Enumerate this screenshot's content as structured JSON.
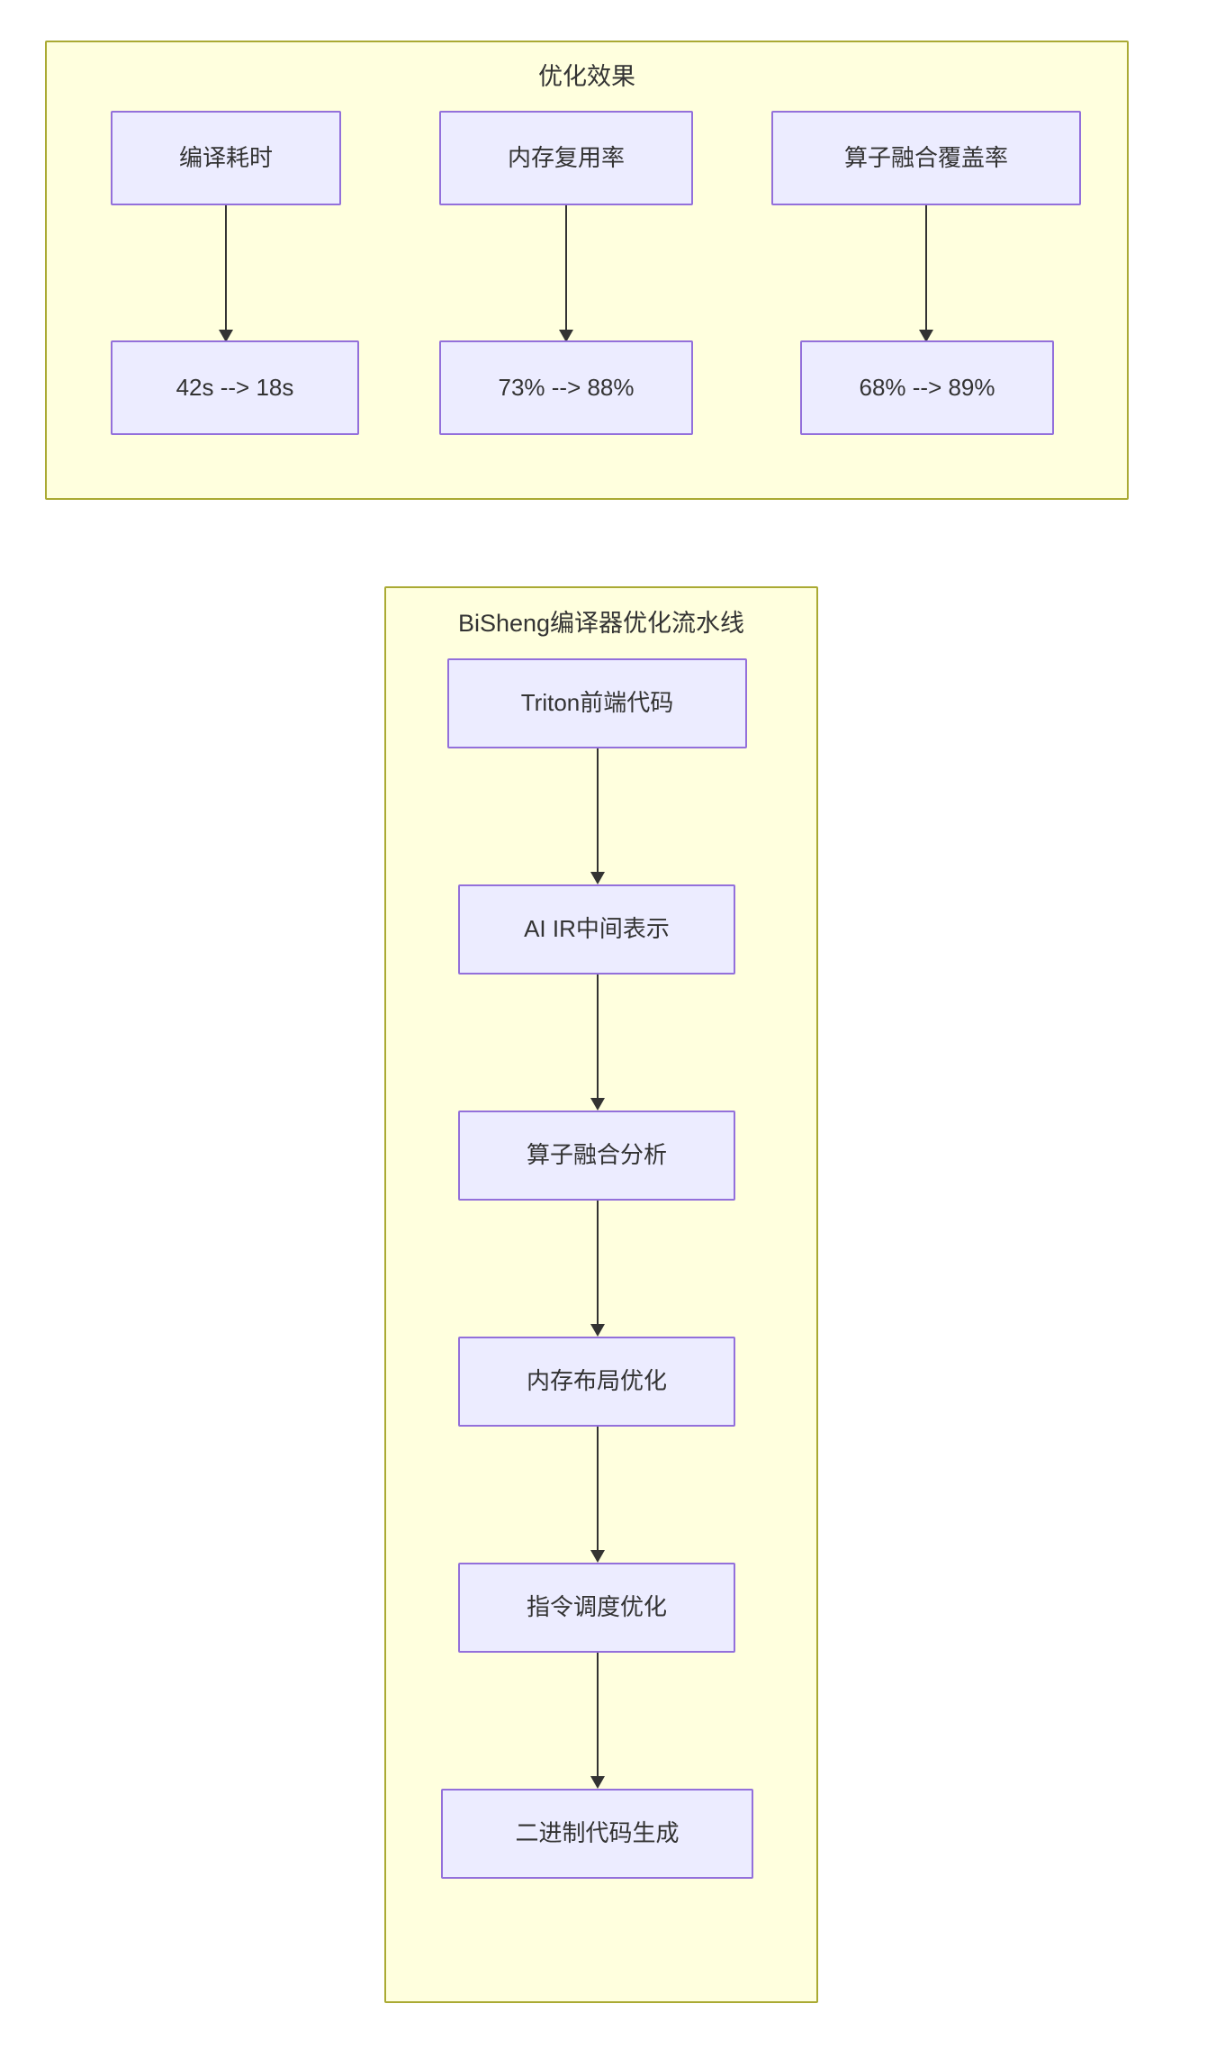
{
  "diagram": {
    "type": "flowchart",
    "theme_colors": {
      "page_background": "#ffffff",
      "subgraph_fill": "#ffffde",
      "subgraph_border": "#aaaa33",
      "node_fill": "#ececff",
      "node_border": "#9370db",
      "edge_color": "#333333",
      "text_color": "#333333"
    }
  },
  "subgraphs": [
    {
      "id": "optimization-results",
      "title": "优化效果",
      "columns": [
        {
          "metric_label": "编译耗时",
          "result_label": "42s --> 18s",
          "before": "42s",
          "after": "18s",
          "unit": "s"
        },
        {
          "metric_label": "内存复用率",
          "result_label": "73% --> 88%",
          "before": "73%",
          "after": "88%",
          "unit": "%"
        },
        {
          "metric_label": "算子融合覆盖率",
          "result_label": "68% --> 89%",
          "before": "68%",
          "after": "89%",
          "unit": "%"
        }
      ]
    },
    {
      "id": "bisheng-pipeline",
      "title": "BiSheng编译器优化流水线",
      "steps": [
        {
          "label": "Triton前端代码"
        },
        {
          "label": "AI IR中间表示"
        },
        {
          "label": "算子融合分析"
        },
        {
          "label": "内存布局优化"
        },
        {
          "label": "指令调度优化"
        },
        {
          "label": "二进制代码生成"
        }
      ]
    }
  ]
}
